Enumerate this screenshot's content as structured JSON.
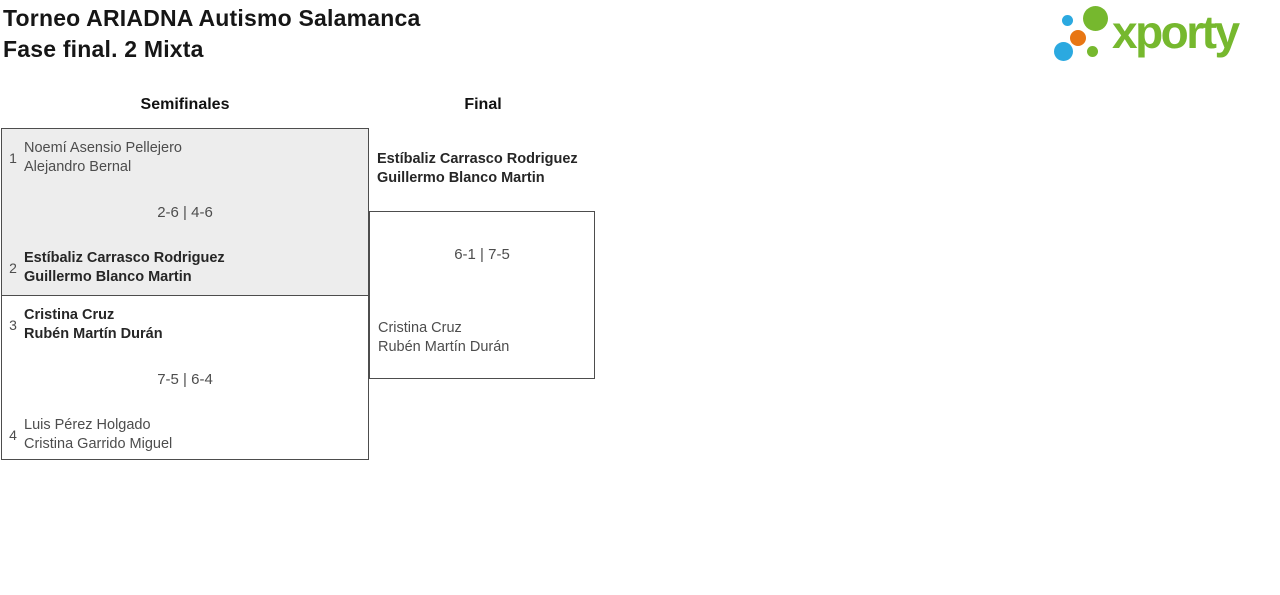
{
  "header": {
    "title_line1": "Torneo ARIADNA Autismo Salamanca",
    "title_line2": "Fase final. 2 Mixta"
  },
  "logo": {
    "brand": "xporty",
    "green": "#76b82e",
    "blue": "#2ba9e0",
    "orange": "#e87613"
  },
  "rounds": {
    "semifinals_label": "Semifinales",
    "final_label": "Final"
  },
  "matches": {
    "semifinal1": {
      "seed_top": "1",
      "team_top_line1": "Noemí Asensio Pellejero",
      "team_top_line2": "Alejandro Bernal",
      "score": "2-6 | 4-6",
      "seed_bottom": "2",
      "team_bottom_line1": "Estíbaliz Carrasco Rodriguez",
      "team_bottom_line2": "Guillermo Blanco Martin",
      "winner": "bottom"
    },
    "semifinal2": {
      "seed_top": "3",
      "team_top_line1": "Cristina Cruz",
      "team_top_line2": "Rubén Martín Durán",
      "score": "7-5 | 6-4",
      "seed_bottom": "4",
      "team_bottom_line1": "Luis Pérez Holgado",
      "team_bottom_line2": "Cristina Garrido Miguel",
      "winner": "top"
    },
    "final": {
      "team_top_line1": "Estíbaliz Carrasco Rodriguez",
      "team_top_line2": "Guillermo Blanco Martin",
      "score": "6-1 | 7-5",
      "team_bottom_line1": "Cristina Cruz",
      "team_bottom_line2": "Rubén Martín Durán",
      "winner": "top"
    }
  }
}
